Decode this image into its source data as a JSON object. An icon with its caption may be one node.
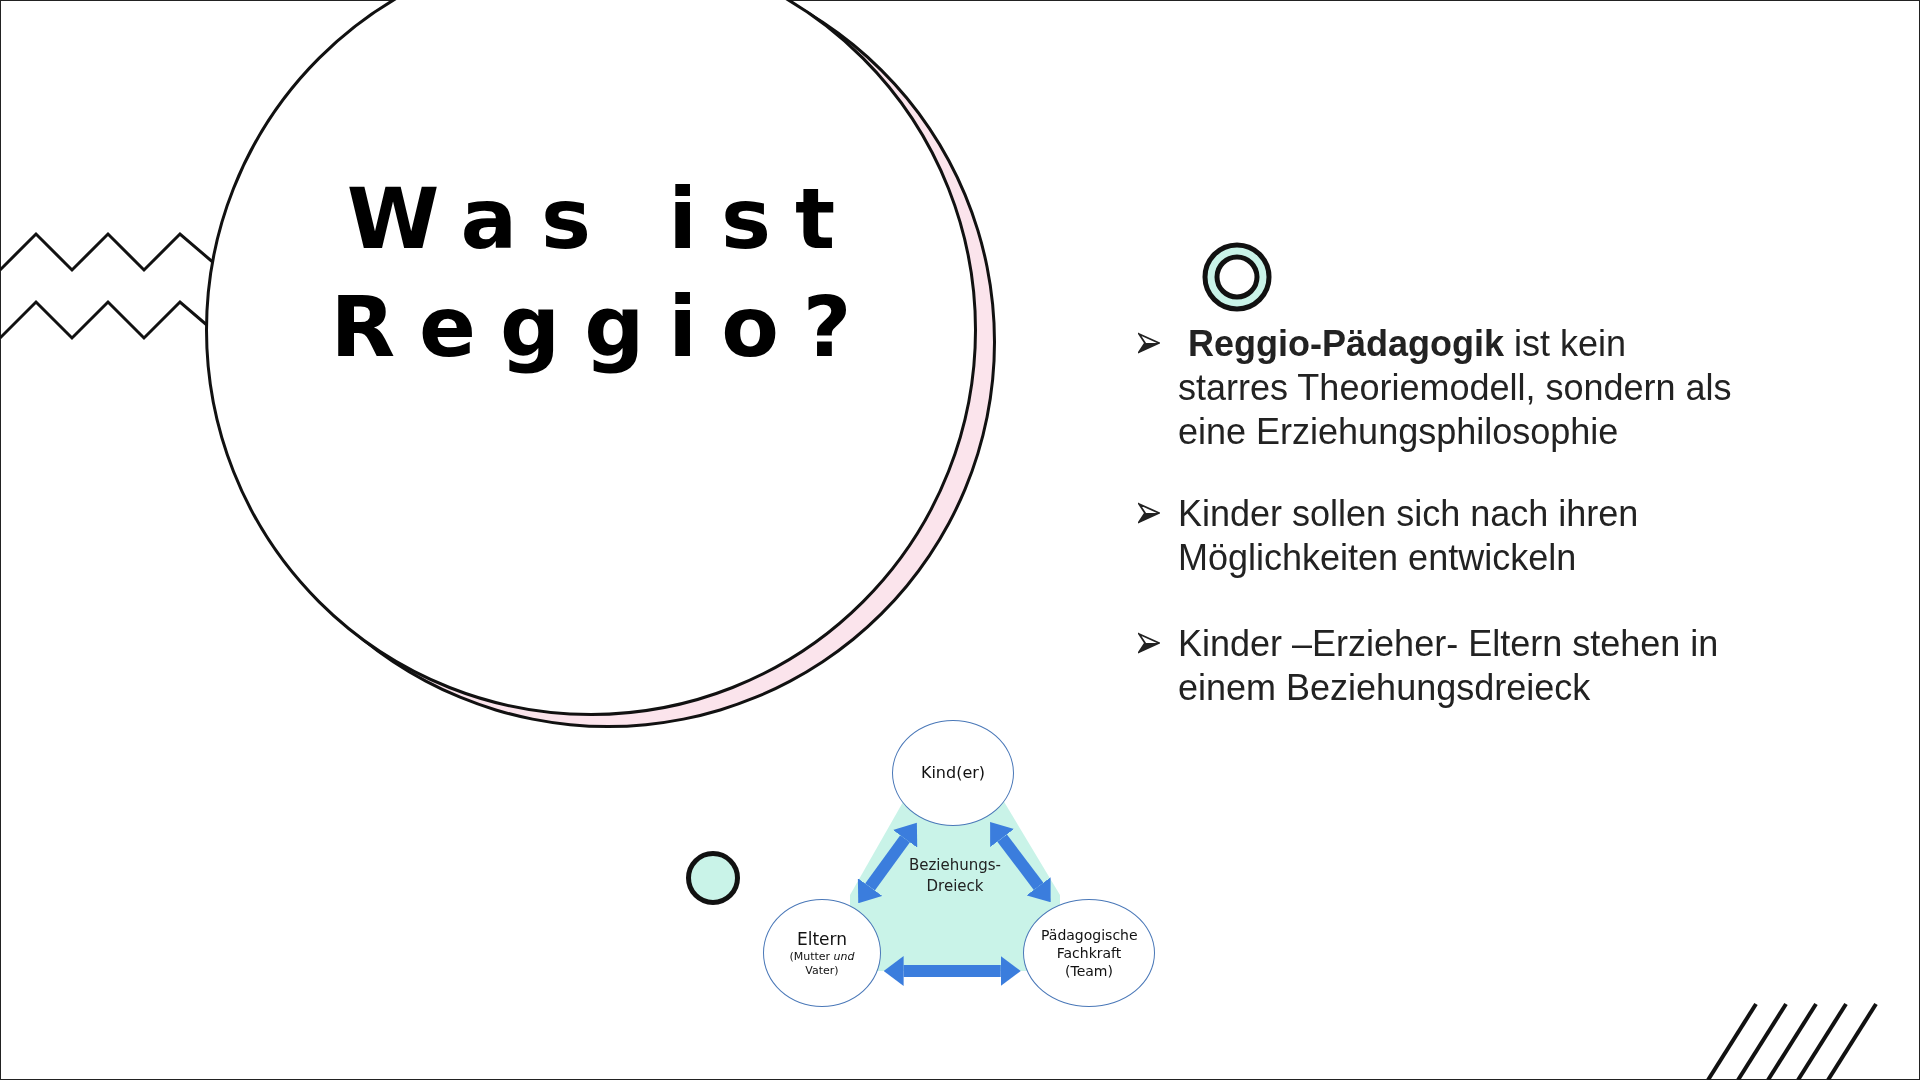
{
  "diagram": {
    "nodes": [
      {
        "text": [
          "Was ist Reggio?"
        ]
      },
      {
        "text": [
          "Kind(er)"
        ]
      },
      {
        "text": [
          "Eltern",
          "(Mutter *und* Vater)"
        ]
      },
      {
        "text": [
          "Pädagogische Fachkraft (Team)"
        ]
      }
    ],
    "edges": [
      {
        "from": 1,
        "to": 2,
        "arrow": "both"
      },
      {
        "from": 1,
        "to": 3,
        "arrow": "both"
      },
      {
        "from": 2,
        "to": 3,
        "arrow": "both"
      }
    ],
    "labels": [
      " **Reggio-Pädagogik** ist kein starres Theoriemodell, sondern als eine Erziehungsphilosophie",
      "Kinder sollen sich nach ihren Möglichkeiten entwickeln",
      "Kinder –Erzieher- Eltern stehen in einem Beziehungsdreieck",
      "Beziehungs- Dreieck"
    ]
  }
}
